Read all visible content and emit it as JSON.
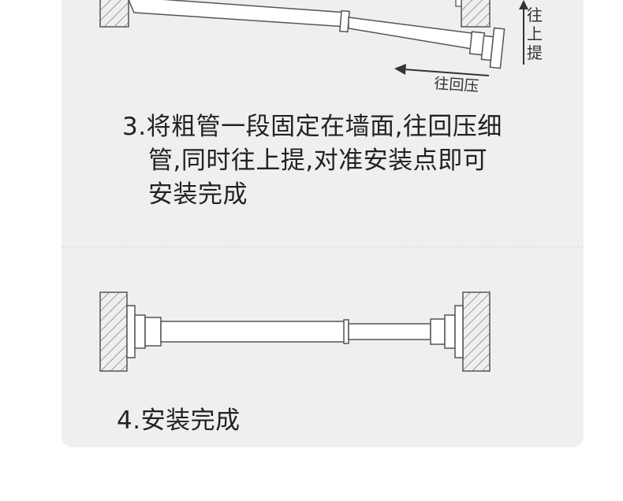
{
  "diagram_top": {
    "arrow_up_label": [
      "往",
      "上",
      "提"
    ],
    "arrow_back_label": "往回压"
  },
  "step3": {
    "lines": [
      "3.将粗管一段固定在墙面,往回压细",
      "管,同时往上提,对准安装点即可",
      "安装完成"
    ]
  },
  "step4": {
    "label": "4.安装完成"
  },
  "colors": {
    "card": "#f0efef",
    "line": "#555555",
    "text": "#222222"
  }
}
